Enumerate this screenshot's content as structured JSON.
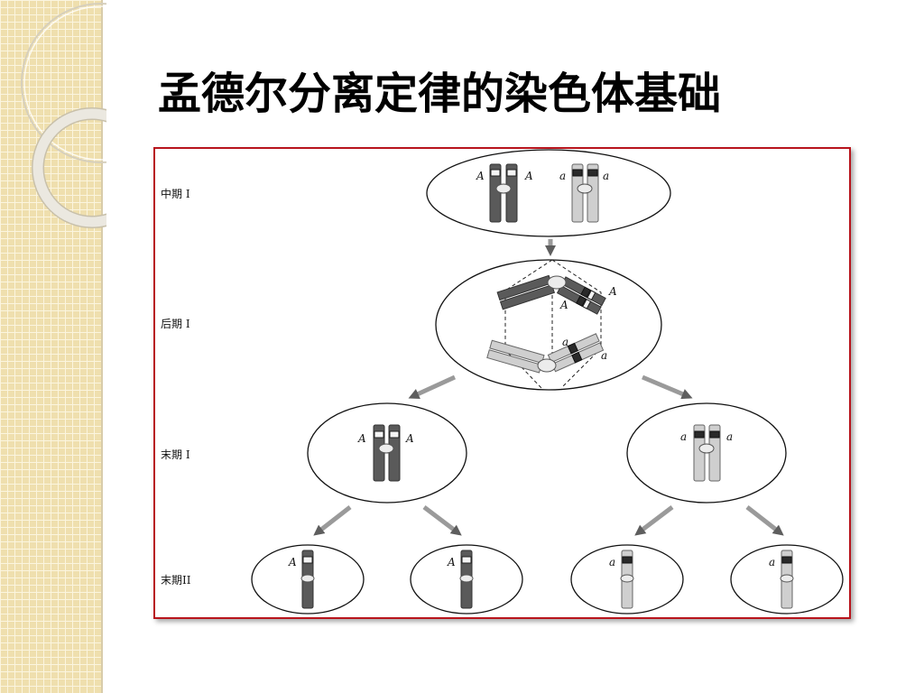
{
  "slide": {
    "title": "孟德尔分离定律的染色体基础"
  },
  "diagram": {
    "stage_labels": {
      "metaphase_1": "中期 I",
      "anaphase_1": "后期 I",
      "telophase_1": "末期 I",
      "telophase_2": "末期II"
    },
    "alleles": {
      "dominant": "A",
      "recessive": "a"
    }
  },
  "colors": {
    "left_strip": "#efdfae",
    "frame_border": "#b8141c",
    "dominant_chromosome": "#5a5a5a",
    "recessive_chromosome": "#cfcfcf"
  }
}
